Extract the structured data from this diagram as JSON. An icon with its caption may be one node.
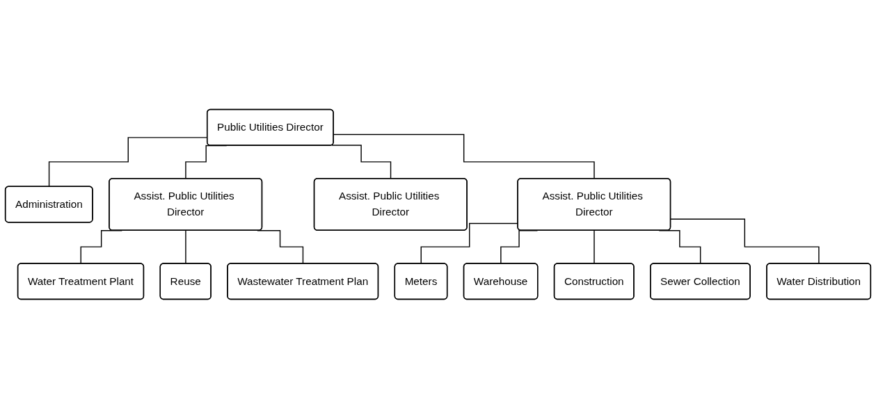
{
  "diagram": {
    "nodes": [
      {
        "text": [
          "Public Utilities Director"
        ]
      },
      {
        "text": [
          "Administration"
        ]
      },
      {
        "text": [
          "Assist. Public Utilities Director"
        ]
      },
      {
        "text": [
          "Assist. Public Utilities Director"
        ]
      },
      {
        "text": [
          "Assist. Public Utilities Director"
        ]
      },
      {
        "text": [
          "Water Treatment Plant"
        ]
      },
      {
        "text": [
          "Reuse"
        ]
      },
      {
        "text": [
          "Wastewater Treatment Plan"
        ]
      },
      {
        "text": [
          "Meters"
        ]
      },
      {
        "text": [
          "Warehouse"
        ]
      },
      {
        "text": [
          "Construction"
        ]
      },
      {
        "text": [
          "Sewer Collection"
        ]
      },
      {
        "text": [
          "Water Distribution"
        ]
      }
    ],
    "edges": [
      {
        "from": 0,
        "to": 1,
        "arrow": "none"
      },
      {
        "from": 0,
        "to": 2,
        "arrow": "none"
      },
      {
        "from": 0,
        "to": 3,
        "arrow": "none"
      },
      {
        "from": 0,
        "to": 4,
        "arrow": "none"
      },
      {
        "from": 2,
        "to": 5,
        "arrow": "none"
      },
      {
        "from": 2,
        "to": 6,
        "arrow": "none"
      },
      {
        "from": 2,
        "to": 7,
        "arrow": "none"
      },
      {
        "from": 4,
        "to": 8,
        "arrow": "none"
      },
      {
        "from": 4,
        "to": 9,
        "arrow": "none"
      },
      {
        "from": 4,
        "to": 10,
        "arrow": "none"
      },
      {
        "from": 4,
        "to": 11,
        "arrow": "none"
      },
      {
        "from": 4,
        "to": 12,
        "arrow": "none"
      }
    ]
  }
}
